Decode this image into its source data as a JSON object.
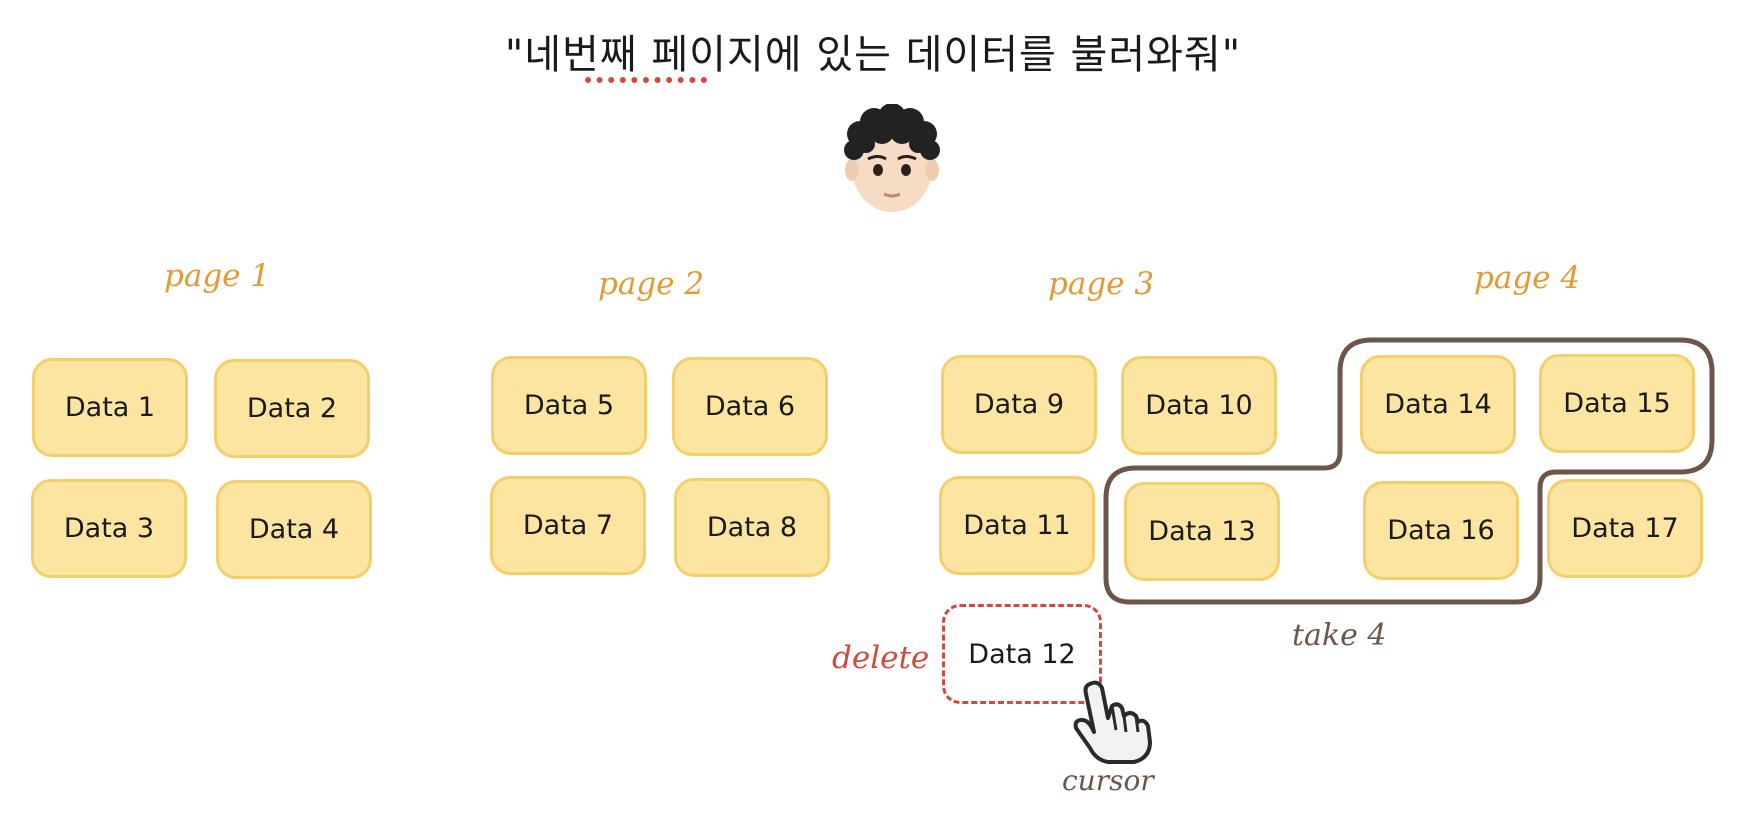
{
  "request": {
    "quote": "\"네번째 페이지에 있는 데이터를 불러와줘\""
  },
  "pages": [
    {
      "label": "page 1",
      "items": [
        "Data 1",
        "Data 2",
        "Data 3",
        "Data 4"
      ]
    },
    {
      "label": "page 2",
      "items": [
        "Data 5",
        "Data 6",
        "Data 7",
        "Data 8"
      ]
    },
    {
      "label": "page 3",
      "items": [
        "Data 9",
        "Data 10",
        "Data 11"
      ]
    },
    {
      "label": "page 4",
      "items": [
        "Data 14",
        "Data 15",
        "Data 13",
        "Data 16",
        "Data 17"
      ]
    }
  ],
  "deleted": {
    "label": "delete",
    "item": "Data 12"
  },
  "take": {
    "label": "take 4"
  },
  "cursor": {
    "label": "cursor"
  },
  "colors": {
    "card_fill": "#fbe5a1",
    "card_border": "#f3cf6c",
    "page_label": "#e39a35",
    "delete": "#d14a3e",
    "take_outline": "#6e5549"
  }
}
